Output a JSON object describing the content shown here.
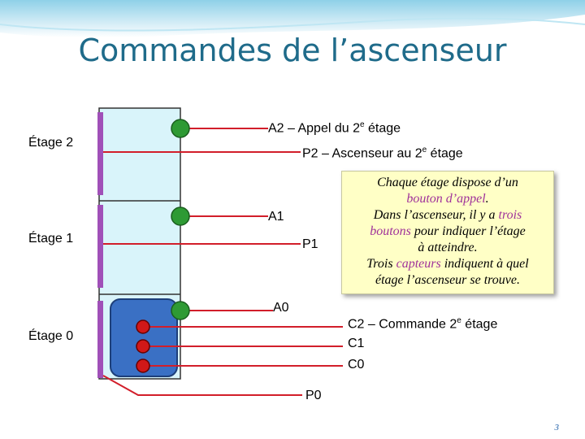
{
  "title": "Commandes de l’ascenseur",
  "floors": {
    "floor2": "Étage 2",
    "floor1": "Étage 1",
    "floor0": "Étage 0"
  },
  "signals": {
    "a2_pre": "A2 – Appel du 2",
    "a2_sup": "e",
    "a2_post": " étage",
    "p2_pre": "P2 – Ascenseur au 2",
    "p2_sup": "e",
    "p2_post": " étage",
    "a1": "A1",
    "p1": "P1",
    "a0": "A0",
    "c2_pre": "C2 – Commande 2",
    "c2_sup": "e",
    "c2_post": " étage",
    "c1": "C1",
    "c0": "C0",
    "p0": "P0"
  },
  "note": {
    "l1": "Chaque étage dispose d’un",
    "l2": "bouton d’appel",
    "l2_end": ".",
    "l3_pre": "Dans l’ascenseur, il y a ",
    "l3_hl": "trois",
    "l4_hl": "boutons",
    "l4_post": " pour indiquer l’étage",
    "l5": "à atteindre.",
    "l6_pre": "Trois ",
    "l6_hl": "capteurs",
    "l6_post": " indiquent à quel",
    "l7": "étage l’ascenseur se trouve."
  },
  "page_number": "3",
  "colors": {
    "title": "#1f6b8a",
    "shaft_fill": "#d9f4fa",
    "cabin_fill": "#3a70c4",
    "sensor_bar": "#a050b8",
    "wire": "#d21e2a",
    "call_button": "#2e9a34",
    "cabin_button": "#d01818",
    "note_bg": "#ffffc6",
    "highlight": "#a0329a"
  },
  "icons": {
    "call_buttons": "green-circle",
    "cabin_buttons": "red-circle"
  }
}
